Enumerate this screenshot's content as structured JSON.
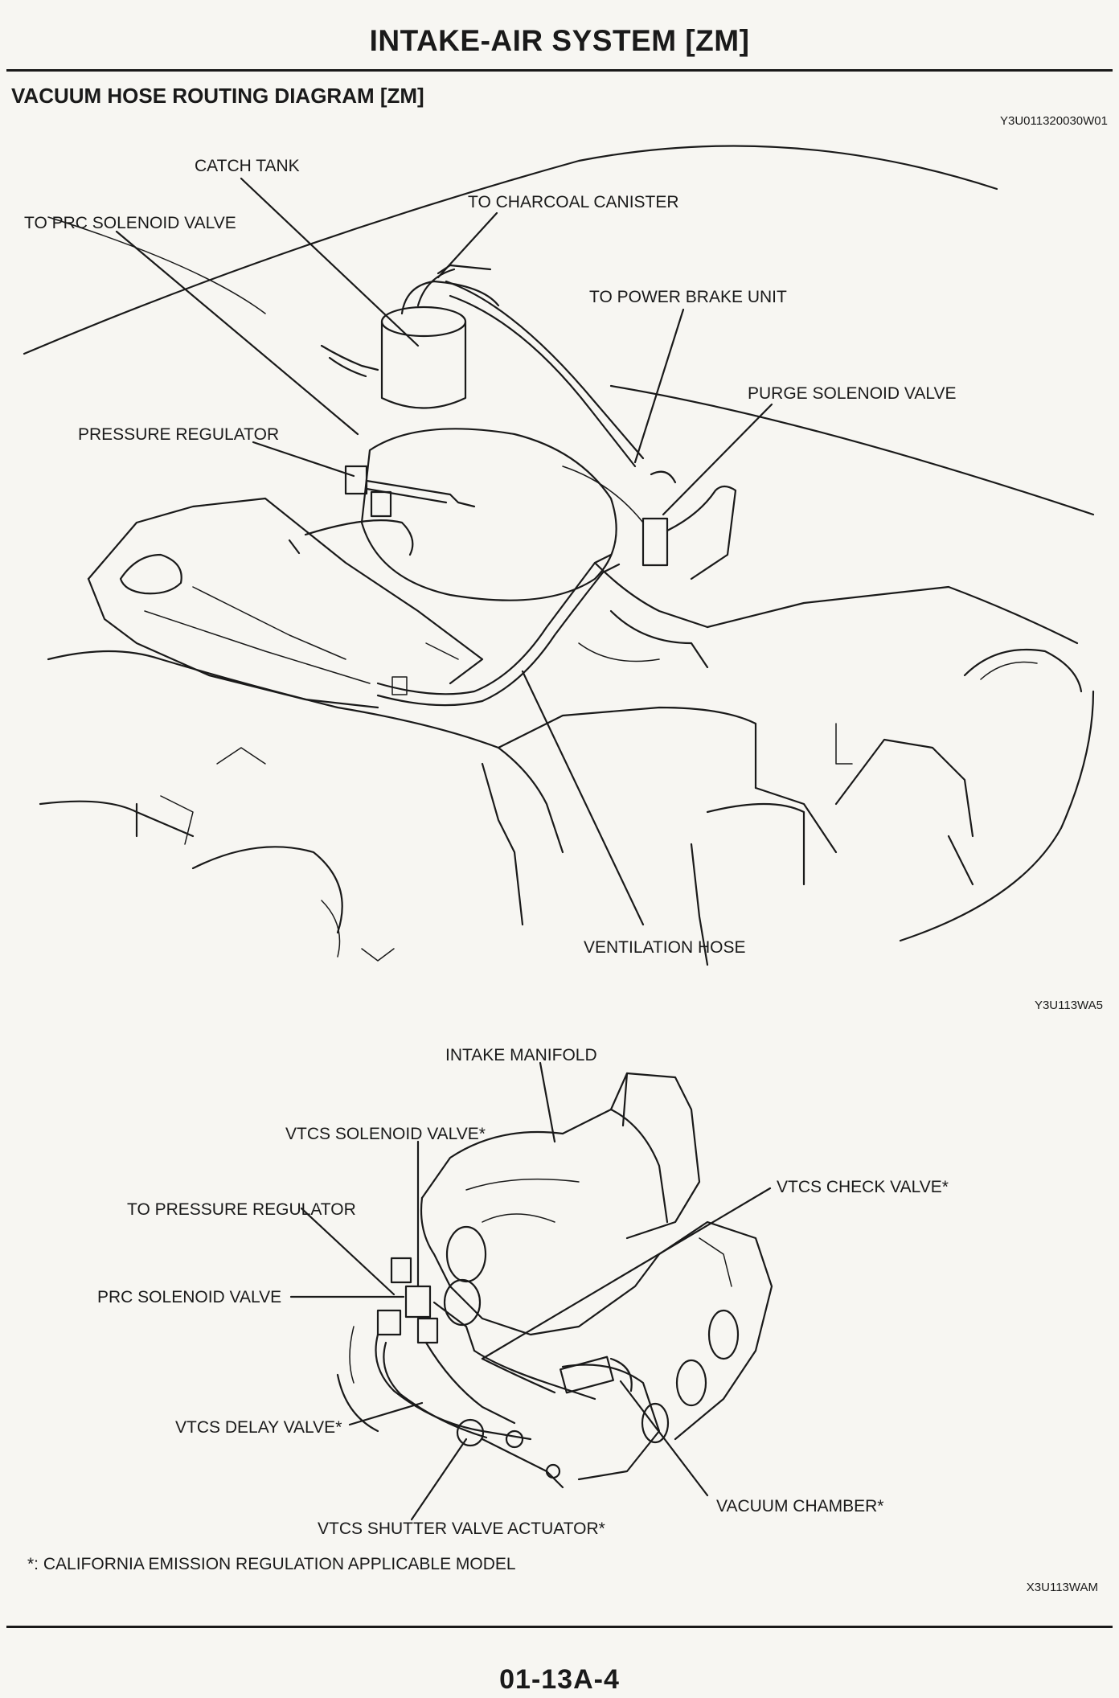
{
  "header": {
    "title": "INTAKE-AIR SYSTEM [ZM]",
    "section_title": "VACUUM HOSE ROUTING DIAGRAM [ZM]",
    "doc_code": "Y3U011320030W01"
  },
  "figure1": {
    "code": "Y3U113WA5",
    "labels": {
      "catch_tank": "CATCH TANK",
      "to_charcoal_canister": "TO CHARCOAL CANISTER",
      "to_prc_solenoid_valve": "TO PRC SOLENOID VALVE",
      "to_power_brake_unit": "TO POWER BRAKE UNIT",
      "purge_solenoid_valve": "PURGE SOLENOID VALVE",
      "pressure_regulator": "PRESSURE REGULATOR",
      "ventilation_hose": "VENTILATION HOSE"
    }
  },
  "figure2": {
    "code": "X3U113WAM",
    "labels": {
      "intake_manifold": "INTAKE MANIFOLD",
      "vtcs_solenoid_valve": "VTCS SOLENOID VALVE*",
      "vtcs_check_valve": "VTCS CHECK VALVE*",
      "to_pressure_regulator": "TO PRESSURE REGULATOR",
      "prc_solenoid_valve": "PRC SOLENOID VALVE",
      "vtcs_delay_valve": "VTCS DELAY VALVE*",
      "vacuum_chamber": "VACUUM CHAMBER*",
      "vtcs_shutter_valve_actuator": "VTCS SHUTTER VALVE ACTUATOR*"
    },
    "footnote": "*: CALIFORNIA EMISSION REGULATION APPLICABLE MODEL"
  },
  "footer": {
    "page_number": "01-13A-4"
  }
}
